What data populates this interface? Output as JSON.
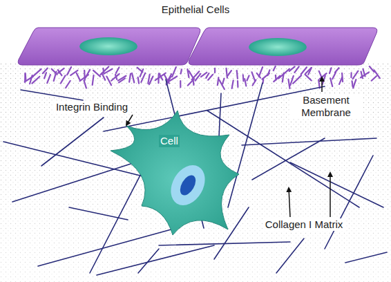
{
  "diagram": {
    "nodes": [
      {
        "text": [
          "Cell"
        ]
      }
    ],
    "labels": [
      "Epithelial Cells",
      "Integrin Binding",
      "Basement Membrane",
      "Collagen I Matrix"
    ]
  }
}
